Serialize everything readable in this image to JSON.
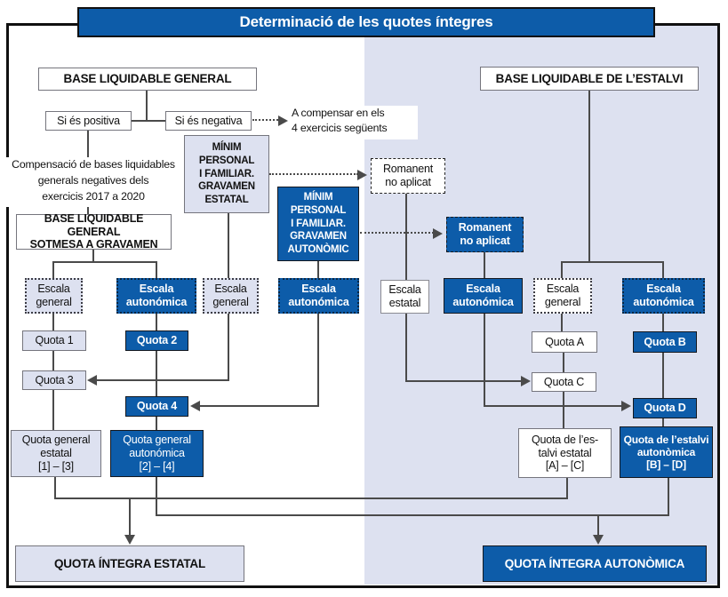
{
  "title": "Determinació de les quotes íntegres",
  "left": {
    "base_general": "BASE LIQUIDABLE GENERAL",
    "si_positiva": "Si és positiva",
    "si_negativa": "Si és negativa",
    "a_compensar": "A compensar en els\n4 exercicis següents",
    "compensacio": "Compensació de bases liquidables\ngenerals negatives dels\nexercicis 2017 a 2020",
    "minim_estatal": "MÍNIM\nPERSONAL\nI FAMILIAR.\nGRAVAMEN\nESTATAL",
    "minim_autonomic": "MÍNIM\nPERSONAL\nI FAMILIAR.\nGRAVAMEN\nAUTONÒMIC",
    "sotmesa": "BASE LIQUIDABLE GENERAL\nSOTMESA A GRAVAMEN",
    "escala_general_1": "Escala\ngeneral",
    "escala_autonomica_1": "Escala\nautonómica",
    "escala_general_2": "Escala\ngeneral",
    "escala_autonomica_2": "Escala\nautonómica",
    "quota1": "Quota 1",
    "quota2": "Quota 2",
    "quota3": "Quota 3",
    "quota4": "Quota 4",
    "quota_general_estatal": "Quota general\nestatal\n[1] – [3]",
    "quota_general_autonomica": "Quota general\nautonómica\n[2] – [4]",
    "quota_integra_estatal": "QUOTA ÍNTEGRA ESTATAL"
  },
  "right": {
    "base_estalvi": "BASE LIQUIDABLE DE L’ESTALVI",
    "romanent_estatal": "Romanent\nno aplicat",
    "romanent_autonomic": "Romanent\nno aplicat",
    "escala_estatal": "Escala\nestatal",
    "escala_autonomica_rom": "Escala\nautonómica",
    "escala_general": "Escala\ngeneral",
    "escala_autonomica": "Escala\nautonómica",
    "quotaA": "Quota A",
    "quotaB": "Quota B",
    "quotaC": "Quota C",
    "quotaD": "Quota D",
    "quota_estalvi_estatal": "Quota de l’es-\ntalvi estatal\n[A] – [C]",
    "quota_estalvi_autonomica": "Quota de l’estalvi\nautonòmica\n[B] – [D]",
    "quota_integra_autonomica": "QUOTA ÍNTEGRA AUTONÒMICA"
  },
  "colors": {
    "accent_blue": "#0d5ca9",
    "panel_lavender": "#dde1f0",
    "connector": "#4a4a4a"
  }
}
